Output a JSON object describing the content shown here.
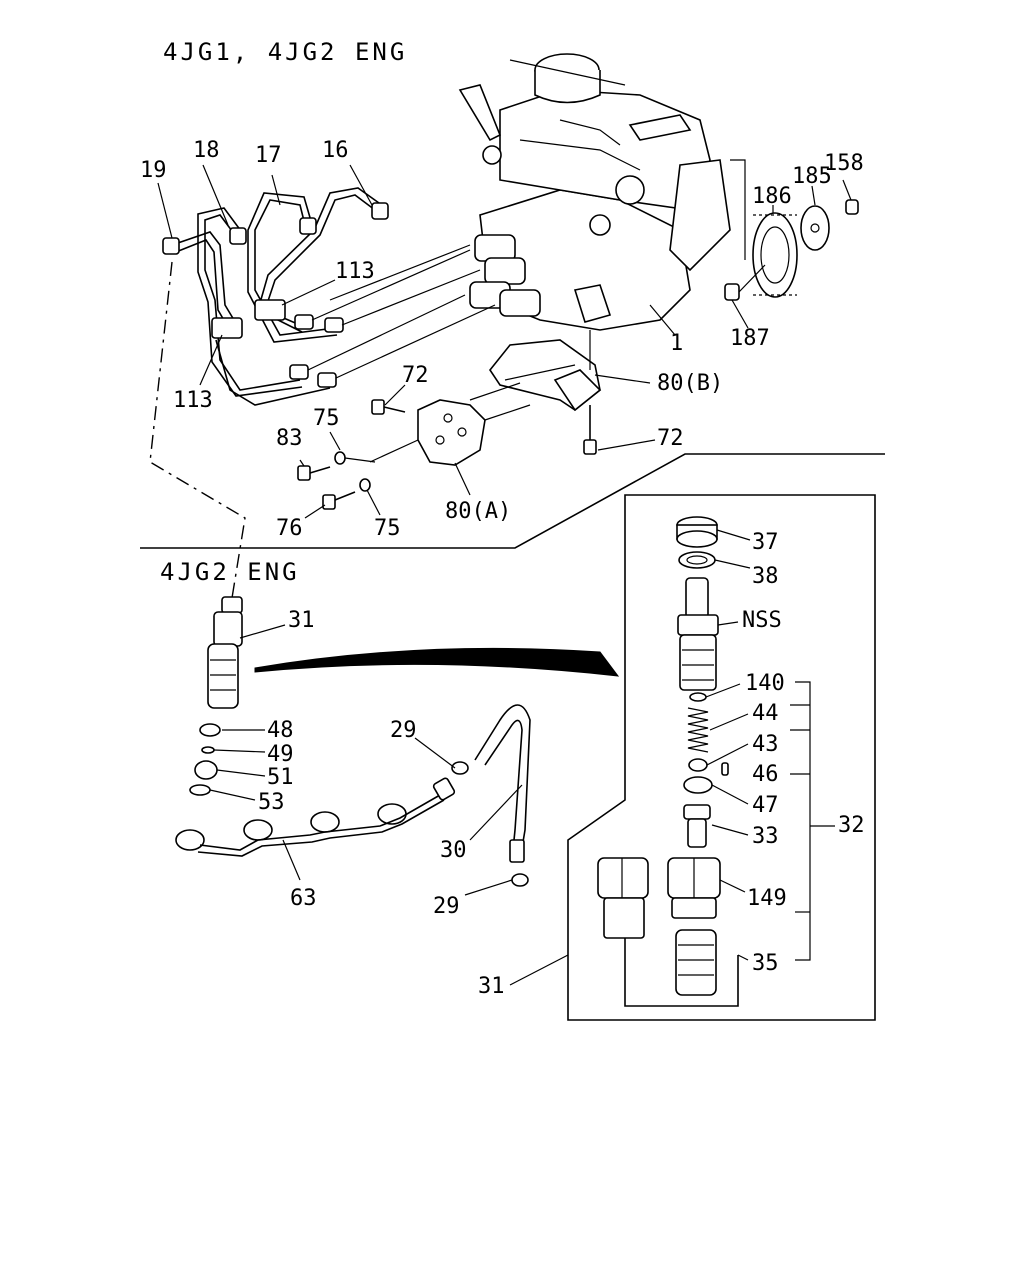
{
  "headers": {
    "top": "4JG1, 4JG2  ENG",
    "lower": "4JG2  ENG"
  },
  "callouts": {
    "c16": "16",
    "c17": "17",
    "c18": "18",
    "c19": "19",
    "c113a": "113",
    "c113b": "113",
    "c1": "1",
    "c185": "185",
    "c186": "186",
    "c158": "158",
    "c187": "187",
    "c72a": "72",
    "c72b": "72",
    "c80b": "80(B)",
    "c80a": "80(A)",
    "c75a": "75",
    "c75b": "75",
    "c83": "83",
    "c76": "76",
    "c31a": "31",
    "c31b": "31",
    "c48": "48",
    "c49": "49",
    "c51": "51",
    "c53": "53",
    "c63": "63",
    "c29a": "29",
    "c29b": "29",
    "c30": "30",
    "c37": "37",
    "c38": "38",
    "cNSS": "NSS",
    "c140": "140",
    "c44": "44",
    "c43": "43",
    "c46": "46",
    "c47": "47",
    "c33": "33",
    "c32": "32",
    "c149": "149",
    "c35": "35"
  }
}
